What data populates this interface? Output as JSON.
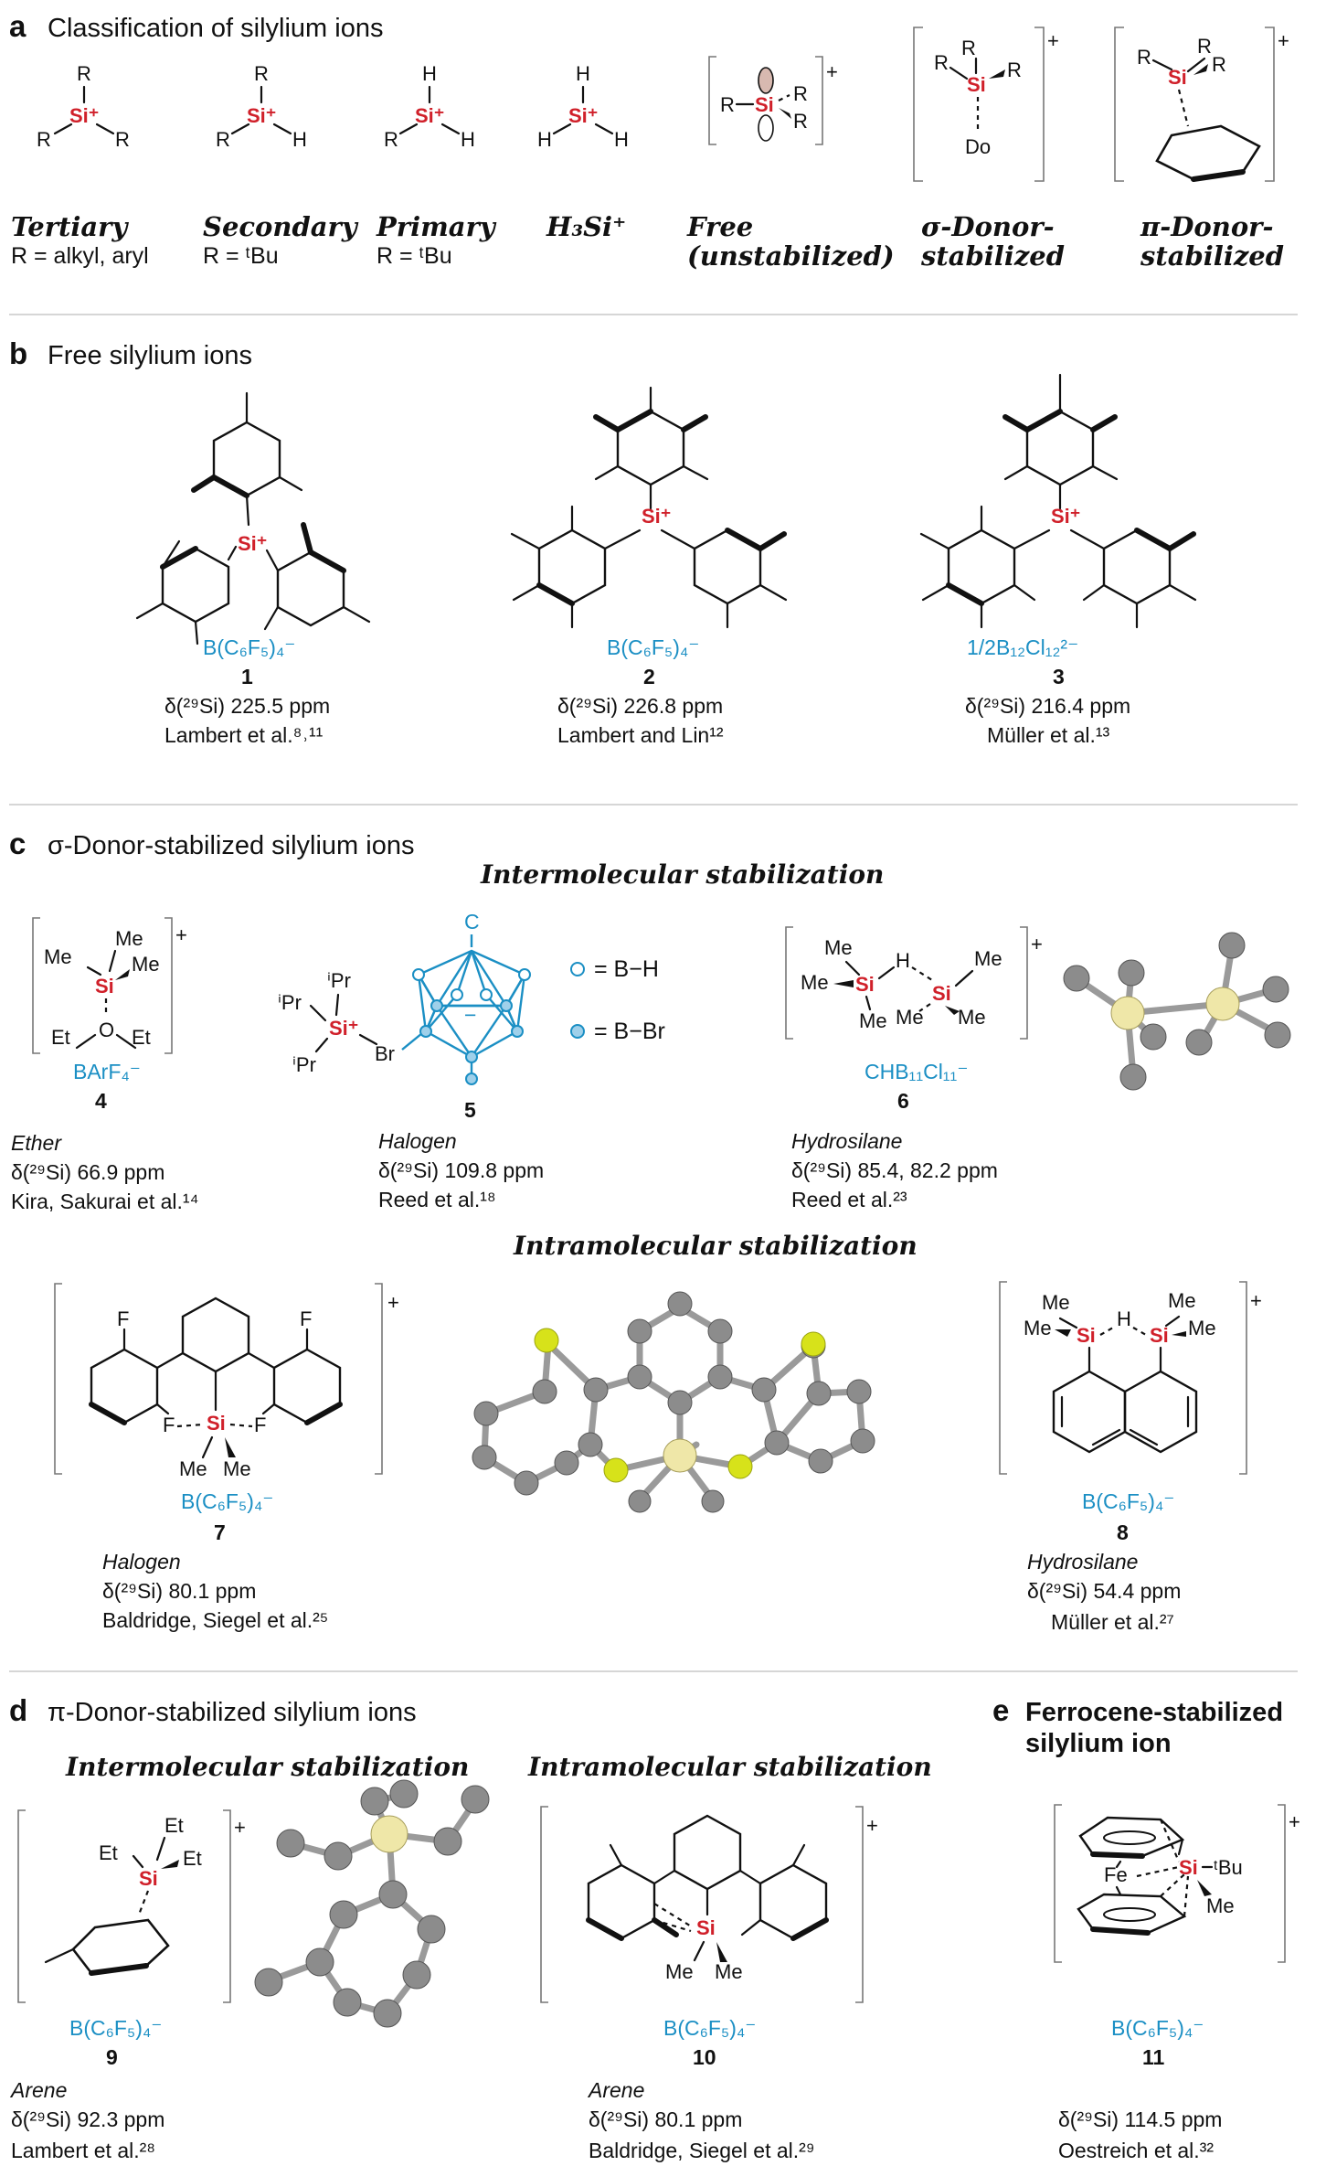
{
  "panels": {
    "a": {
      "letter": "a",
      "title": "Classification of silylium ions"
    },
    "b": {
      "letter": "b",
      "title": "Free silylium ions"
    },
    "c": {
      "letter": "c",
      "title": "σ-Donor-stabilized silylium ions",
      "inter": "Intermolecular stabilization",
      "intra": "Intramolecular stabilization"
    },
    "d": {
      "letter": "d",
      "title": "π-Donor-stabilized silylium ions",
      "inter": "Intermolecular stabilization",
      "intra": "Intramolecular stabilization"
    },
    "e": {
      "letter": "e",
      "title_line1": "Ferrocene-stabilized",
      "title_line2": "silylium ion"
    }
  },
  "atoms": {
    "si": "Si",
    "si_plus": "Si⁺",
    "plus": "+",
    "r": "R",
    "h": "H",
    "me": "Me",
    "et": "Et",
    "o": "O",
    "f": "F",
    "br": "Br",
    "c": "C",
    "do": "Do",
    "fe": "Fe",
    "ipr": "ⁱPr",
    "tbu": "ᵗBu",
    "legend_bh": "= B−H",
    "legend_bbr": "= B−Br",
    "minus": "−"
  },
  "classification": [
    {
      "name": "Tertiary",
      "desc": "R = alkyl, aryl"
    },
    {
      "name": "Secondary",
      "desc": "R = ᵗBu"
    },
    {
      "name": "Primary",
      "desc": "R = ᵗBu"
    },
    {
      "name": "H₃Si⁺",
      "desc": ""
    },
    {
      "name": "Free",
      "desc": "(unstabilized)"
    },
    {
      "name": "σ-Donor-",
      "desc": "stabilized"
    },
    {
      "name": "π-Donor-",
      "desc": "stabilized"
    }
  ],
  "compounds": [
    {
      "id": "1",
      "anion": "B(C₆F₅)₄⁻",
      "shift": "δ(²⁹Si) 225.5 ppm",
      "ref": "Lambert et al.⁸˒¹¹",
      "type": ""
    },
    {
      "id": "2",
      "anion": "B(C₆F₅)₄⁻",
      "shift": "δ(²⁹Si) 226.8 ppm",
      "ref": "Lambert and Lin¹²",
      "type": ""
    },
    {
      "id": "3",
      "anion": "1/2B₁₂Cl₁₂²⁻",
      "shift": "δ(²⁹Si) 216.4 ppm",
      "ref": "Müller et al.¹³",
      "type": ""
    },
    {
      "id": "4",
      "anion": "BArF₄⁻",
      "shift": "δ(²⁹Si) 66.9 ppm",
      "ref": "Kira, Sakurai et al.¹⁴",
      "type": "Ether"
    },
    {
      "id": "5",
      "anion": "",
      "shift": "δ(²⁹Si) 109.8 ppm",
      "ref": "Reed et al.¹⁸",
      "type": "Halogen"
    },
    {
      "id": "6",
      "anion": "CHB₁₁Cl₁₁⁻",
      "shift": "δ(²⁹Si) 85.4, 82.2 ppm",
      "ref": "Reed et al.²³",
      "type": "Hydrosilane"
    },
    {
      "id": "7",
      "anion": "B(C₆F₅)₄⁻",
      "shift": "δ(²⁹Si) 80.1 ppm",
      "ref": "Baldridge, Siegel et al.²⁵",
      "type": "Halogen"
    },
    {
      "id": "8",
      "anion": "B(C₆F₅)₄⁻",
      "shift": "δ(²⁹Si) 54.4 ppm",
      "ref": "Müller et al.²⁷",
      "type": "Hydrosilane"
    },
    {
      "id": "9",
      "anion": "B(C₆F₅)₄⁻",
      "shift": "δ(²⁹Si) 92.3 ppm",
      "ref": "Lambert et al.²⁸",
      "type": "Arene"
    },
    {
      "id": "10",
      "anion": "B(C₆F₅)₄⁻",
      "shift": "δ(²⁹Si) 80.1 ppm",
      "ref": "Baldridge, Siegel et al.²⁹",
      "type": "Arene"
    },
    {
      "id": "11",
      "anion": "B(C₆F₅)₄⁻",
      "shift": "δ(²⁹Si) 114.5 ppm",
      "ref": "Oestreich et al.³²",
      "type": ""
    }
  ],
  "colors": {
    "silicon": "#d0202a",
    "anion": "#1b8fc4",
    "si_ball": "#efe7a8",
    "f_ball": "#d7e21a",
    "c_ball": "#8c8c8c"
  }
}
